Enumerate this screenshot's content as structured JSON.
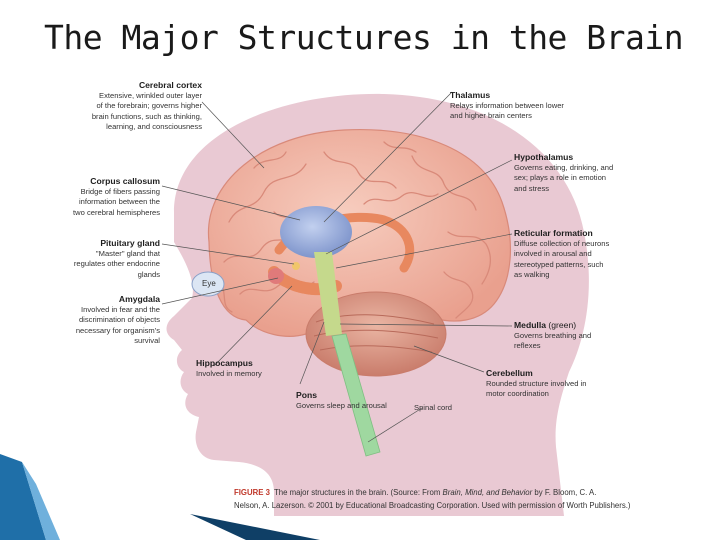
{
  "slide": {
    "title": "The Major Structures in the Brain"
  },
  "labels": {
    "cerebral_cortex": {
      "name": "Cerebral cortex",
      "desc": [
        "Extensive, wrinkled outer layer",
        "of the forebrain; governs higher",
        "brain functions, such as thinking,",
        "learning, and consciousness"
      ]
    },
    "corpus_callosum": {
      "name": "Corpus callosum",
      "desc": [
        "Bridge of fibers passing",
        "information between the",
        "two cerebral hemispheres"
      ]
    },
    "pituitary_gland": {
      "name": "Pituitary gland",
      "desc": [
        "\"Master\" gland that",
        "regulates other endocrine",
        "glands"
      ]
    },
    "amygdala": {
      "name": "Amygdala",
      "desc": [
        "Involved in fear and the",
        "discrimination of objects",
        "necessary for organism's",
        "survival"
      ]
    },
    "hippocampus": {
      "name": "Hippocampus",
      "desc": [
        "Involved in memory"
      ]
    },
    "pons": {
      "name": "Pons",
      "desc": [
        "Governs sleep and arousal"
      ]
    },
    "spinal_cord": {
      "name": "Spinal cord"
    },
    "thalamus": {
      "name": "Thalamus",
      "desc": [
        "Relays information between lower",
        "and higher brain centers"
      ]
    },
    "hypothalamus": {
      "name": "Hypothalamus",
      "desc": [
        "Governs eating, drinking, and",
        "sex; plays a role in emotion",
        "and stress"
      ]
    },
    "reticular_formation": {
      "name": "Reticular formation",
      "desc": [
        "Diffuse collection of neurons",
        "involved in arousal and",
        "stereotyped patterns, such",
        "as walking"
      ]
    },
    "medulla": {
      "name": "Medulla",
      "note": "(green)",
      "desc": [
        "Governs breathing and",
        "reflexes"
      ]
    },
    "cerebellum": {
      "name": "Cerebellum",
      "desc": [
        "Rounded structure involved in",
        "motor coordination"
      ]
    },
    "eye": "Eye"
  },
  "caption": {
    "figure_label": "FIGURE 3",
    "line1_pre": "The major structures in the brain.  (Source: From ",
    "line1_italic": "Brain, Mind, and Behavior",
    "line1_post": " by F. Bloom, C. A.",
    "line2": "Nelson, A. Lazerson. © 2001 by Educational Broadcasting Corporation. Used with permission of Worth Publishers.)"
  },
  "colors": {
    "head_silhouette": "#e9c9d3",
    "brain": "#f2b7a6",
    "brain_fold": "#d98a7a",
    "thalamus": "#9fb3df",
    "corpus_callosum": "#e8885f",
    "cerebellum": "#e7a38f",
    "brainstem": "#c5d98c",
    "spinal_cord": "#9fd8a0",
    "accent_blue": "#2f7fc1",
    "caption_figure": "#c0392b"
  }
}
